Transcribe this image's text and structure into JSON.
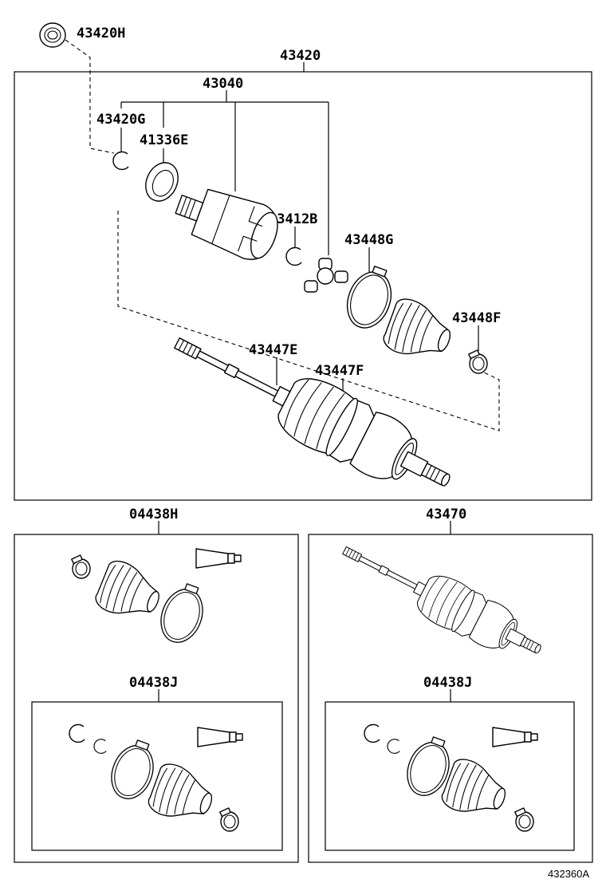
{
  "labels": {
    "p43420H": "43420H",
    "p43420": "43420",
    "p43040": "43040",
    "p43420G": "43420G",
    "p41336E": "41336E",
    "p43412B": "43412B",
    "p43448G": "43448G",
    "p43448F": "43448F",
    "p43447E": "43447E",
    "p43447F": "43447F",
    "p04438H": "04438H",
    "p43470": "43470",
    "p04438J_left": "04438J",
    "p04438J_right": "04438J"
  },
  "diagram_code": "432360A"
}
